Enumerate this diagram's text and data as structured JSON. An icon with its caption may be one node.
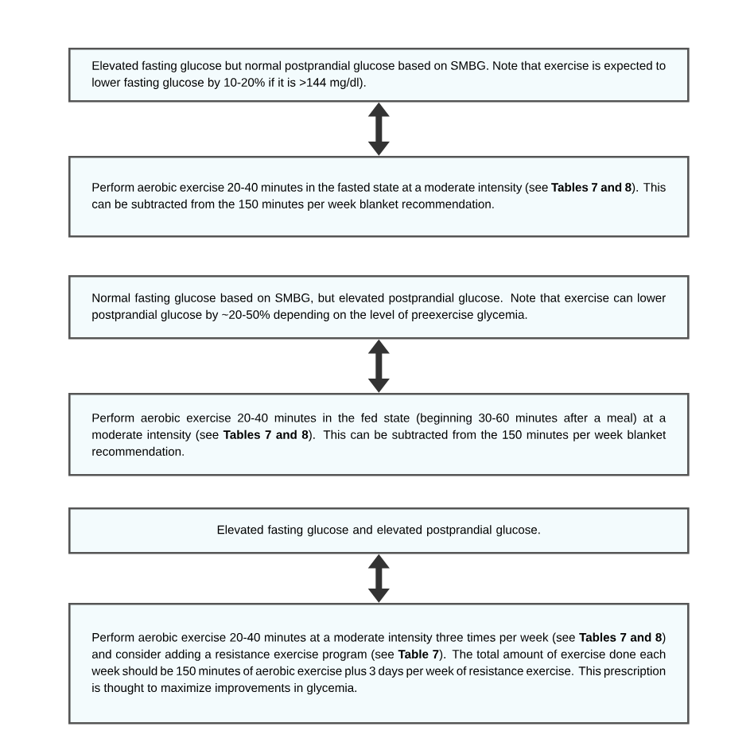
{
  "diagram": {
    "nodes": [
      {
        "text": [
          "Elevated fasting glucose but normal postprandial glucose based on SMBG.  Note that exercise is expected to lower fasting glucose by 10-20% if it is >144 mg/dl)."
        ]
      },
      {
        "text": [
          "Perform aerobic exercise 20-40 minutes in the fasted state at a moderate intensity (see **Tables 7 and 8**). This can be subtracted from the 150 minutes per week blanket recommendation."
        ]
      },
      {
        "text": [
          "Normal fasting glucose based on SMBG, but elevated postprandial glucose. Note that exercise can lower postprandial glucose by ~20-50% depending on the level of preexercise glycemia."
        ]
      },
      {
        "text": [
          "Perform aerobic exercise 20-40 minutes in the fed state (beginning 30-60 minutes after a meal) at a moderate intensity (see **Tables 7 and 8**). This can be subtracted from the 150 minutes per week blanket recommendation."
        ]
      },
      {
        "text": [
          "Elevated fasting glucose and elevated postprandial glucose."
        ]
      },
      {
        "text": [
          "Perform aerobic exercise 20-40 minutes at a moderate intensity three times per week (see **Tables 7 and 8**) and consider adding a resistance exercise program (see **Table 7**). The total amount of exercise done each week should be 150 minutes of aerobic exercise plus 3 days per week of resistance exercise. This prescription is thought to maximize improvements in glycemia."
        ]
      }
    ],
    "edges": [
      {
        "from": 0,
        "to": 1,
        "arrow": "both"
      },
      {
        "from": 2,
        "to": 3,
        "arrow": "both"
      },
      {
        "from": 4,
        "to": 5,
        "arrow": "both"
      }
    ]
  }
}
